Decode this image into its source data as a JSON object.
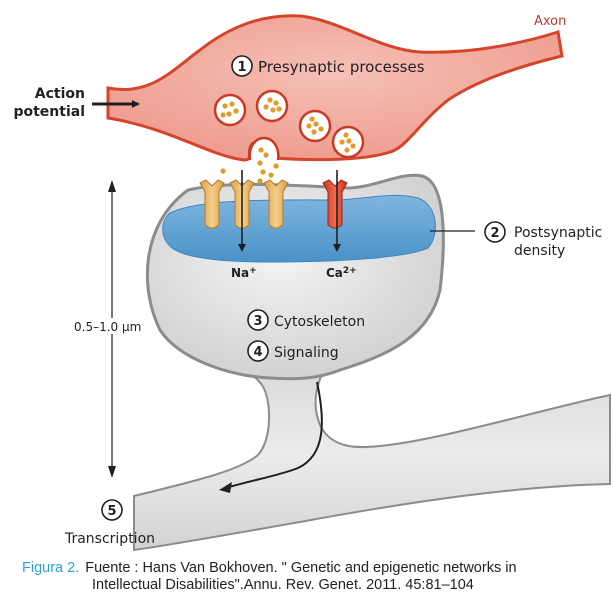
{
  "diagram": {
    "labels": {
      "axon": "Axon",
      "action_potential_line1": "Action",
      "action_potential_line2": "potential",
      "na_ion": "Na",
      "na_charge": "+",
      "ca_ion": "Ca",
      "ca_charge": "2+",
      "scale": "0.5–1.0 µm"
    },
    "steps": [
      {
        "number": "1",
        "label": "Presynaptic processes"
      },
      {
        "number": "2",
        "label_line1": "Postsynaptic",
        "label_line2": "density"
      },
      {
        "number": "3",
        "label": "Cytoskeleton"
      },
      {
        "number": "4",
        "label": "Signaling"
      },
      {
        "number": "5",
        "label": "Transcription"
      }
    ],
    "colors": {
      "presynaptic_fill": "#f2aca2",
      "presynaptic_stroke": "#d6452b",
      "axon_label": "#c0392b",
      "vesicle_dot": "#e59a2a",
      "postsynaptic_fill": "#e4e4e5",
      "postsynaptic_stroke": "#8c8c8c",
      "density_fill": "#5ea2d4",
      "na_channel": "#e9b96a",
      "ca_channel": "#e34a33",
      "caption_label": "#2aa3d8"
    }
  },
  "caption": {
    "figure_label": "Figura 2.",
    "line1": "Fuente : Hans Van  Bokhoven. \" Genetic and epigenetic networks in",
    "line2": "Intellectual Disabilities\".Annu. Rev. Genet. 2011. 45:81–104"
  }
}
